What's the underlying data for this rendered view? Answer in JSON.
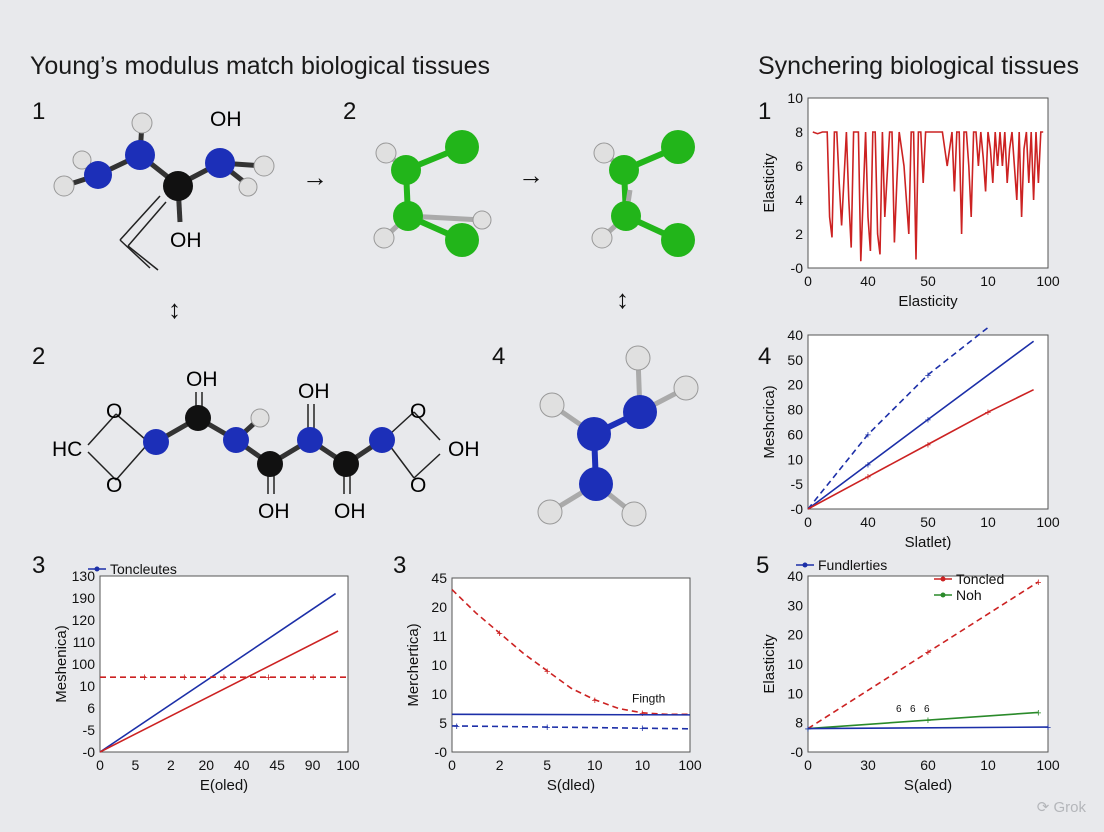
{
  "titles": {
    "left": "Young’s modulus match biological tissues",
    "right": "Synchering biological tissues"
  },
  "panel_numbers": {
    "mol_1": "1",
    "mol_2_top": "2",
    "mol_2_bottom": "2",
    "mol_4": "4",
    "chart_1": "1",
    "chart_4": "4",
    "chart_3a": "3",
    "chart_3b": "3",
    "chart_5": "5"
  },
  "arrows": {
    "right": "→",
    "updown": "↕"
  },
  "molecule_labels": {
    "m1_oh_top": "OH",
    "m1_oh_bottom": "OH",
    "m2_oh_1": "OH",
    "m2_oh_2": "OH",
    "m2_oh_3": "OH",
    "m2_oh_4": "OH",
    "m2_oh_right": "OH",
    "m2_hc": "HC",
    "m2_o_1": "O",
    "m2_o_2": "O",
    "m2_o_3": "O",
    "m2_o_4": "O"
  },
  "colors": {
    "background": "#e8e9ec",
    "nitrogen": "#1c2fb8",
    "carbon": "#111111",
    "chlorine": "#22b51a",
    "hydrogen": "#dcdcdc",
    "red_series": "#cc2222",
    "blue_series": "#1c2fa8",
    "green_series": "#2a8a2a"
  },
  "watermark": "Grok",
  "chart_data": [
    {
      "id": "chart_1",
      "type": "line",
      "title": "",
      "xlabel": "Elasticity",
      "ylabel": "Elasticity",
      "xticks": [
        "0",
        "40",
        "50",
        "10",
        "100"
      ],
      "yticks": [
        "-0",
        "2",
        "4",
        "6",
        "8",
        "10"
      ],
      "xlim": [
        0,
        100
      ],
      "ylim": [
        0,
        10
      ],
      "series": [
        {
          "color": "#cc2222",
          "x": [
            2,
            4,
            6,
            8,
            9,
            10,
            11,
            12,
            13,
            14,
            16,
            17,
            18,
            19,
            21,
            22,
            24,
            25,
            26,
            27,
            28,
            29,
            30,
            31,
            32,
            34,
            35,
            36,
            37,
            38,
            40,
            42,
            43,
            44,
            45,
            46,
            47,
            48,
            49,
            50,
            52,
            54,
            56,
            58,
            60,
            61,
            62,
            63,
            64,
            65,
            66,
            67,
            68,
            69,
            70,
            71,
            72,
            73,
            74,
            75,
            76,
            77,
            78,
            79,
            80,
            81,
            82,
            83,
            84,
            85,
            86,
            87,
            88,
            89,
            90,
            91,
            92,
            93,
            94,
            95,
            96,
            97,
            98
          ],
          "y": [
            8,
            7.9,
            8,
            8,
            3,
            1.8,
            8,
            8,
            5,
            2.5,
            8,
            4,
            1.2,
            8,
            8,
            0.4,
            8,
            3,
            1,
            8,
            8,
            2,
            0.8,
            8,
            3,
            8,
            8,
            1.5,
            5,
            8,
            6,
            2,
            8,
            8,
            0.5,
            8,
            8,
            5,
            8,
            8,
            8,
            8,
            8,
            6,
            8,
            4.5,
            8,
            8,
            2,
            8,
            8,
            6,
            3,
            8,
            8,
            6,
            8,
            6.5,
            4.5,
            8,
            7,
            5,
            8,
            6,
            8,
            6,
            8,
            5,
            7,
            8,
            6,
            4,
            8,
            3,
            7,
            8,
            5,
            8,
            4,
            8,
            5,
            8,
            8
          ]
        }
      ]
    },
    {
      "id": "chart_4",
      "type": "line",
      "title": "",
      "xlabel": "Slatlet)",
      "ylabel": "Meshcrica)",
      "xticks": [
        "0",
        "40",
        "50",
        "10",
        "100"
      ],
      "yticks": [
        "-0",
        "-5",
        "10",
        "60",
        "80",
        "20",
        "50",
        "40"
      ],
      "xlim": [
        0,
        100
      ],
      "ylim": [
        0,
        7
      ],
      "series": [
        {
          "color": "#1c2fa8",
          "dashed": true,
          "x": [
            0,
            25,
            50,
            75
          ],
          "y": [
            0,
            3.0,
            5.4,
            7.3
          ],
          "markers": [
            25,
            50
          ]
        },
        {
          "color": "#1c2fa8",
          "dashed": false,
          "x": [
            0,
            25,
            50,
            94
          ],
          "y": [
            0,
            1.8,
            3.6,
            6.75
          ],
          "markers": [
            25,
            50
          ]
        },
        {
          "color": "#cc2222",
          "dashed": false,
          "x": [
            0,
            25,
            50,
            75,
            94
          ],
          "y": [
            0,
            1.3,
            2.6,
            3.9,
            4.8
          ],
          "markers": [
            25,
            50,
            75
          ]
        }
      ]
    },
    {
      "id": "chart_3a",
      "type": "line",
      "title": "",
      "xlabel": "E(oled)",
      "ylabel": "Meshenica)",
      "xticks": [
        "0",
        "5",
        "2",
        "20",
        "40",
        "45",
        "90",
        "100"
      ],
      "yticks": [
        "-0",
        "-5",
        "6",
        "10",
        "100",
        "110",
        "120",
        "190",
        "130"
      ],
      "xlim": [
        0,
        100
      ],
      "ylim": [
        0,
        8
      ],
      "legend": [
        {
          "label": "Toncleutes",
          "color": "#1c2fa8"
        }
      ],
      "series": [
        {
          "color": "#1c2fa8",
          "dashed": false,
          "x": [
            0,
            95
          ],
          "y": [
            0,
            7.2
          ]
        },
        {
          "color": "#cc2222",
          "dashed": false,
          "x": [
            0,
            96
          ],
          "y": [
            0,
            5.5
          ]
        },
        {
          "color": "#cc2222",
          "dashed": true,
          "x": [
            0,
            100
          ],
          "y": [
            3.4,
            3.4
          ],
          "markers": [
            18,
            34,
            50,
            68,
            86
          ]
        }
      ]
    },
    {
      "id": "chart_3b",
      "type": "line",
      "title": "",
      "xlabel": "S(dled)",
      "ylabel": "Merchertica)",
      "xticks": [
        "0",
        "2",
        "5",
        "10",
        "10",
        "100"
      ],
      "yticks": [
        "-0",
        "5",
        "10",
        "10",
        "11",
        "20",
        "45"
      ],
      "xlim": [
        0,
        100
      ],
      "ylim": [
        0,
        6
      ],
      "annotation": "Fingth",
      "series": [
        {
          "color": "#cc2222",
          "dashed": true,
          "x": [
            0,
            10,
            20,
            30,
            40,
            50,
            60,
            70,
            80,
            90,
            100
          ],
          "y": [
            5.6,
            4.8,
            4.1,
            3.4,
            2.8,
            2.2,
            1.8,
            1.5,
            1.35,
            1.3,
            1.3
          ],
          "markers": [
            20,
            40,
            60,
            80
          ]
        },
        {
          "color": "#1c2fa8",
          "dashed": false,
          "x": [
            0,
            100
          ],
          "y": [
            1.3,
            1.28
          ]
        },
        {
          "color": "#1c2fa8",
          "dashed": true,
          "x": [
            0,
            100
          ],
          "y": [
            0.9,
            0.8
          ],
          "markers": [
            2,
            40,
            80
          ]
        }
      ]
    },
    {
      "id": "chart_5",
      "type": "line",
      "title": "",
      "xlabel": "S(aled)",
      "ylabel": "Elasticity",
      "xticks": [
        "0",
        "30",
        "60",
        "10",
        "100"
      ],
      "yticks": [
        "-0",
        "8",
        "10",
        "10",
        "20",
        "30",
        "40"
      ],
      "xlim": [
        0,
        100
      ],
      "ylim": [
        0,
        6
      ],
      "legend": [
        {
          "label": "Fundlerties",
          "color": "#1c2fa8"
        },
        {
          "label": "Toncled",
          "color": "#cc2222"
        },
        {
          "label": "Noh",
          "color": "#2a8a2a"
        }
      ],
      "annotations": [
        "6",
        "6",
        "6"
      ],
      "series": [
        {
          "color": "#cc2222",
          "dashed": true,
          "x": [
            0,
            96
          ],
          "y": [
            0.8,
            5.8
          ],
          "markers": [
            50,
            96
          ]
        },
        {
          "color": "#2a8a2a",
          "dashed": false,
          "x": [
            0,
            96
          ],
          "y": [
            0.8,
            1.35
          ],
          "markers": [
            0,
            50,
            96
          ]
        },
        {
          "color": "#1c2fa8",
          "dashed": false,
          "x": [
            0,
            100
          ],
          "y": [
            0.8,
            0.85
          ],
          "markers": [
            0,
            100
          ]
        }
      ]
    }
  ]
}
